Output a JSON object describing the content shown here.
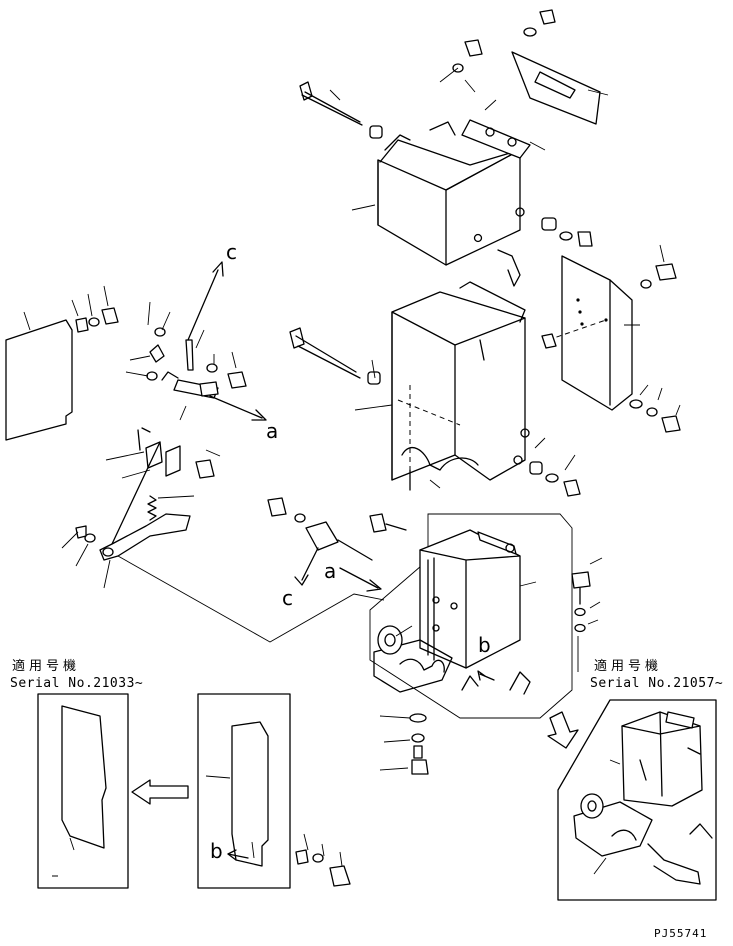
{
  "callouts": {
    "c_top": "c",
    "c_bottom": "c",
    "a_left": "a",
    "a_right": "a",
    "b_right": "b",
    "b_left": "b"
  },
  "inset_left": {
    "applicable_label": "適用号機",
    "serial_label": "Serial No.21033~"
  },
  "inset_right": {
    "applicable_label": "適用号機",
    "serial_label": "Serial No.21057~"
  },
  "figure_code": "PJ55741",
  "colors": {
    "ink": "#000000",
    "paper": "#ffffff"
  }
}
